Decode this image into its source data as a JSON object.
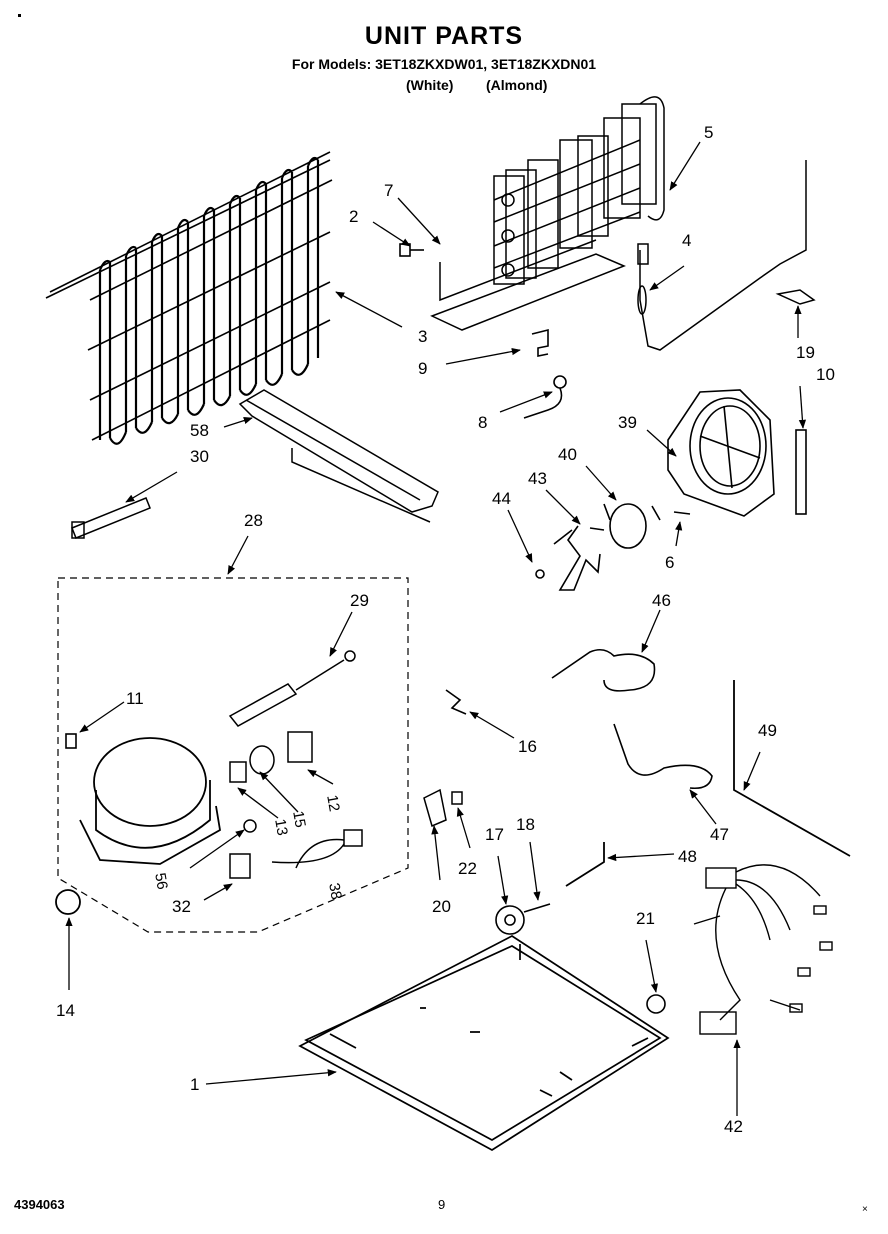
{
  "header": {
    "title": "UNIT PARTS",
    "models_line": "For Models: 3ET18ZKXDW01, 3ET18ZKXDN01",
    "variant_white": "(White)",
    "variant_almond": "(Almond)"
  },
  "callouts": {
    "c1": "1",
    "c2": "2",
    "c3": "3",
    "c4": "4",
    "c5": "5",
    "c6": "6",
    "c7": "7",
    "c8": "8",
    "c9": "9",
    "c10": "10",
    "c11": "11",
    "c12": "12",
    "c13": "13",
    "c14": "14",
    "c15": "15",
    "c16": "16",
    "c17": "17",
    "c18": "18",
    "c19": "19",
    "c20": "20",
    "c21": "21",
    "c22": "22",
    "c28": "28",
    "c29": "29",
    "c30": "30",
    "c32": "32",
    "c38": "38",
    "c39": "39",
    "c40": "40",
    "c42": "42",
    "c43": "43",
    "c44": "44",
    "c46": "46",
    "c47": "47",
    "c48": "48",
    "c49": "49",
    "c56": "56",
    "c58": "58"
  },
  "footer": {
    "doc_number": "4394063",
    "page_number": "9"
  }
}
